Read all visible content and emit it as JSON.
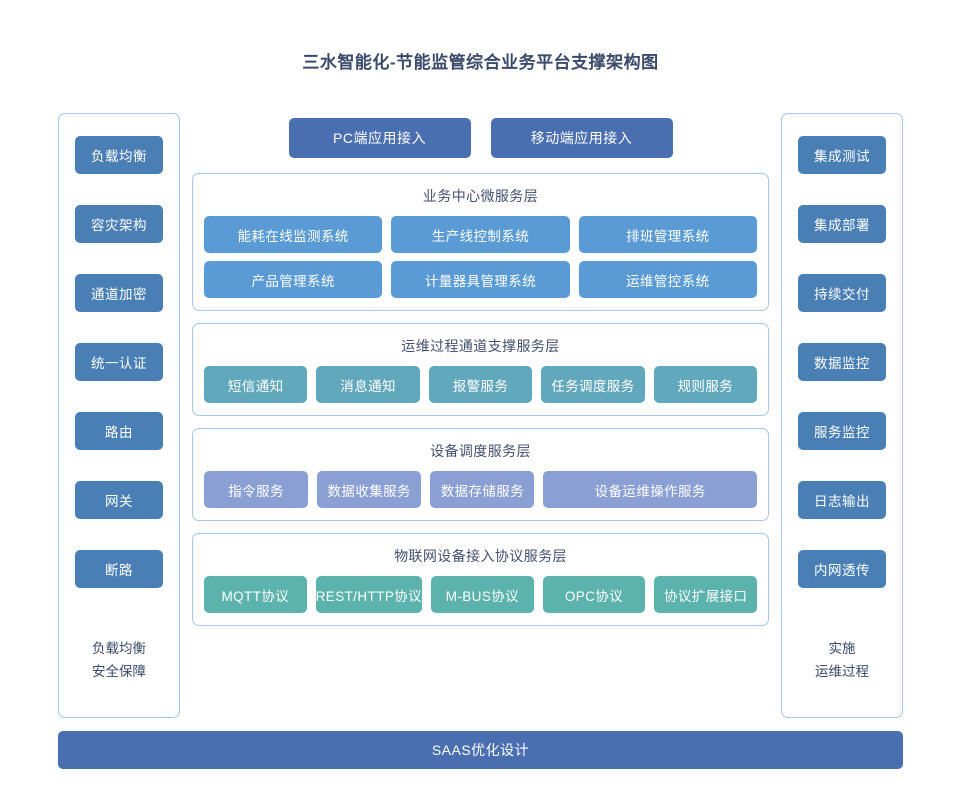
{
  "title": "三水智能化-节能监管综合业务平台支撑架构图",
  "colors": {
    "title_text": "#3b4a6b",
    "sidebar_button": "#4a7fb5",
    "access_button": "#4a6fb0",
    "business_chip": "#5b9bd5",
    "ops_chip": "#62a8bd",
    "device_chip": "#8a9fd4",
    "protocol_chip": "#5cb3ae",
    "panel_border": "#a9c6e8",
    "bottom_bar": "#4a6fb0"
  },
  "left_sidebar": {
    "items": [
      {
        "label": "负载均衡"
      },
      {
        "label": "容灾架构"
      },
      {
        "label": "通道加密"
      },
      {
        "label": "统一认证"
      },
      {
        "label": "路由"
      },
      {
        "label": "网关"
      },
      {
        "label": "断路"
      }
    ],
    "footer_line1": "负载均衡",
    "footer_line2": "安全保障"
  },
  "right_sidebar": {
    "items": [
      {
        "label": "集成测试"
      },
      {
        "label": "集成部署"
      },
      {
        "label": "持续交付"
      },
      {
        "label": "数据监控"
      },
      {
        "label": "服务监控"
      },
      {
        "label": "日志输出"
      },
      {
        "label": "内网透传"
      }
    ],
    "footer_line1": "实施",
    "footer_line2": "运维过程"
  },
  "access": {
    "pc": "PC端应用接入",
    "mobile": "移动端应用接入"
  },
  "layers": [
    {
      "id": "business",
      "title": "业务中心微服务层",
      "rows": [
        [
          "能耗在线监测系统",
          "生产线控制系统",
          "排班管理系统"
        ],
        [
          "产品管理系统",
          "计量器具管理系统",
          "运维管控系统"
        ]
      ]
    },
    {
      "id": "ops-channel",
      "title": "运维过程通道支撑服务层",
      "rows": [
        [
          "短信通知",
          "消息通知",
          "报警服务",
          "任务调度服务",
          "规则服务"
        ]
      ]
    },
    {
      "id": "device-dispatch",
      "title": "设备调度服务层",
      "rows": [
        [
          "指令服务",
          "数据收集服务",
          "数据存储服务",
          "设备运维操作服务"
        ]
      ]
    },
    {
      "id": "iot-protocol",
      "title": "物联网设备接入协议服务层",
      "rows": [
        [
          "MQTT协议",
          "REST/HTTP协议",
          "M-BUS协议",
          "OPC协议",
          "协议扩展接口"
        ]
      ]
    }
  ],
  "bottom_bar": {
    "label": "SAAS优化设计"
  }
}
